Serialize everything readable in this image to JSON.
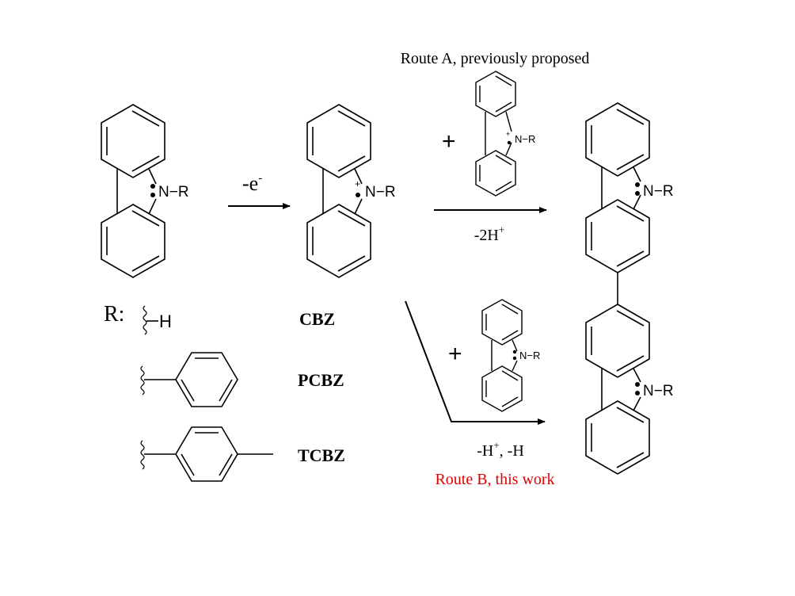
{
  "route_a": {
    "title": "Route A, previously proposed",
    "plus": "+",
    "condition_main": "-2H",
    "condition_sup": "+"
  },
  "route_b": {
    "title": "Route B, this work",
    "title_color": "#e00000",
    "plus": "+",
    "condition_main_1": "-H",
    "condition_sup": "+",
    "condition_main_2": ", -H"
  },
  "oxidation": {
    "main": "-e",
    "sup": "-"
  },
  "atoms": {
    "nitrogen": "N",
    "substituent": "R",
    "dash": "−",
    "radical_cation": "+"
  },
  "substituents": {
    "label": "R:",
    "hydrogen": "H",
    "compounds": [
      "CBZ",
      "PCBZ",
      "TCBZ"
    ]
  }
}
